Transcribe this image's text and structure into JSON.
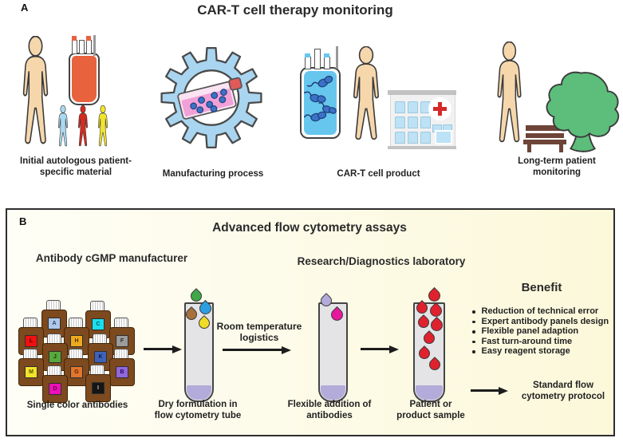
{
  "panelA": {
    "label": "A",
    "title": "CAR-T cell therapy monitoring",
    "captions": {
      "material": "Initial autologous patient-specific material",
      "manufacturing": "Manufacturing process",
      "product": "CAR-T cell product",
      "monitoring": "Long-term patient monitoring"
    }
  },
  "panelB": {
    "label": "B",
    "title": "Advanced flow cytometry assays",
    "left_heading": "Antibody cGMP manufacturer",
    "right_heading": "Research/Diagnostics laboratory",
    "bottles": [
      {
        "letter": "A",
        "color": "#AEC6E8",
        "text_color": "#2d3f66"
      },
      {
        "letter": "C",
        "color": "#1ADFEE",
        "text_color": "#045a63"
      },
      {
        "letter": "L",
        "color": "#F01010",
        "text_color": "#4a0505"
      },
      {
        "letter": "H",
        "color": "#EFA91C",
        "text_color": "#553300"
      },
      {
        "letter": "F",
        "color": "#9C9C9C",
        "text_color": "#2e2e2e"
      },
      {
        "letter": "J",
        "color": "#58A83D",
        "text_color": "#0d3a10"
      },
      {
        "letter": "K",
        "color": "#3E63B8",
        "text_color": "#0a1a45"
      },
      {
        "letter": "M",
        "color": "#F2E428",
        "text_color": "#55500a"
      },
      {
        "letter": "G",
        "color": "#E2762E",
        "text_color": "#542200"
      },
      {
        "letter": "B",
        "color": "#9266DD",
        "text_color": "#2a0a55"
      },
      {
        "letter": "D",
        "color": "#ED0FB8",
        "text_color": "#55003d"
      },
      {
        "letter": "I",
        "color": "#151515",
        "text_color": "#c8c8c8"
      }
    ],
    "bottles_caption": "Single color antibodies",
    "tube1": {
      "caption": "Dry formulation in flow cytometry tube",
      "drops": [
        {
          "name": "green",
          "color": "#3FA847"
        },
        {
          "name": "blue",
          "color": "#2D9FE0"
        },
        {
          "name": "brown",
          "color": "#A8713C"
        },
        {
          "name": "yellow",
          "color": "#F0DC28"
        }
      ]
    },
    "logistics_label": "Room temperature logistics",
    "tube2": {
      "caption": "Flexible addition of antibodies",
      "drops": [
        {
          "name": "lavender",
          "color": "#B3ABD9"
        },
        {
          "name": "magenta",
          "color": "#E8189E"
        }
      ]
    },
    "tube3": {
      "caption": "Patient or product sample",
      "drop_color": "#E0222E"
    },
    "benefit": {
      "title": "Benefit",
      "items": [
        "Reduction of technical error",
        "Expert antibody panels design",
        "Flexible panel adaption",
        "Fast turn-around time",
        "Easy reagent storage"
      ]
    },
    "protocol_label": "Standard flow cytometry protocol"
  },
  "colors": {
    "skin": "#F6D7AC",
    "figure_blue": "#A9D8F0",
    "figure_red": "#D42B20",
    "figure_yellow": "#F2E42A",
    "blood_bag": "#E8623E",
    "gear": "#A9D5F0",
    "flask_body": "#FAE3F2",
    "flask_media": "#F2A0D8",
    "flask_cap": "#E05A5A",
    "cell_blue": "#3B72C8",
    "cart_bag": "#66C6EE",
    "hospital_window": "#BDE2F6",
    "hospital_cross": "#D42A2A",
    "tree": "#5CBE7A",
    "bench": "#6E4439",
    "tube_body": "#E4E4E7",
    "pellet": "#B3ABD9",
    "panel_b_bg_left": "#FEFEF6",
    "panel_b_bg_right": "#FCF8DA"
  }
}
